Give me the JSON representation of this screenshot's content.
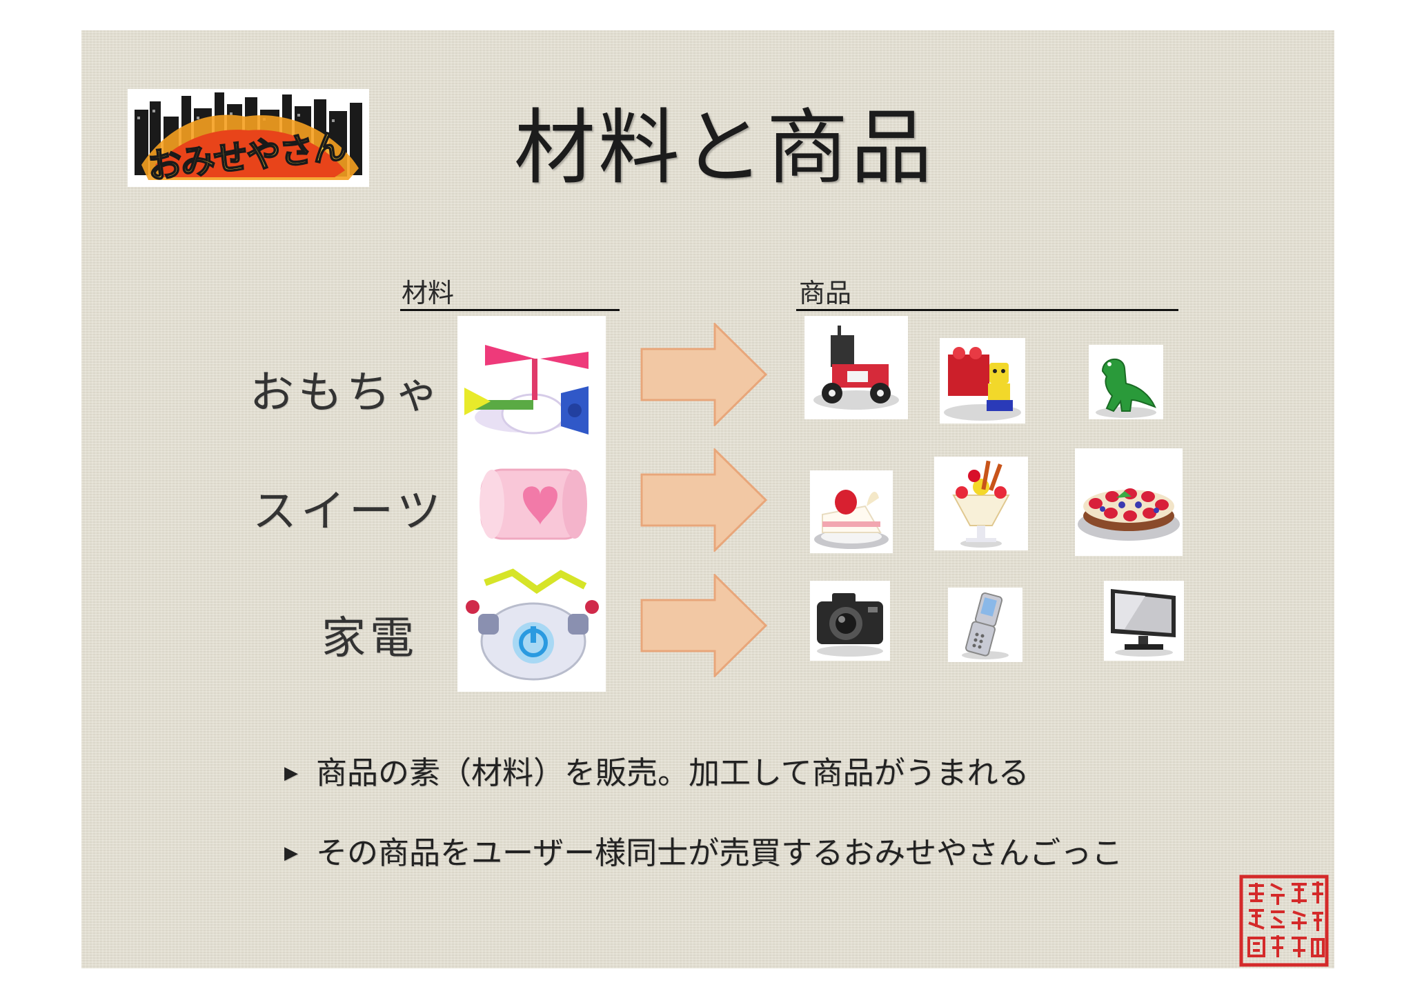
{
  "title": "材料と商品",
  "logo_text": "おみせやさん",
  "headers": {
    "materials": "材料",
    "products": "商品"
  },
  "rows": [
    {
      "label": "おもちゃ",
      "material_icon": "toy-parts-icon",
      "products": [
        "rc-car-icon",
        "block-toy-icon",
        "dinosaur-icon"
      ]
    },
    {
      "label": "スイーツ",
      "material_icon": "roll-cake-icon",
      "products": [
        "shortcake-icon",
        "parfait-icon",
        "fruit-tart-icon"
      ]
    },
    {
      "label": "家電",
      "material_icon": "appliance-parts-icon",
      "products": [
        "camera-icon",
        "flip-phone-icon",
        "monitor-icon"
      ]
    }
  ],
  "bullets": [
    "商品の素（材料）を販売。加工して商品がうまれる",
    "その商品をユーザー様同士が売買するおみせやさんごっこ"
  ],
  "seal_text": "株式会社東京エンターテインメント",
  "colors": {
    "arrow_fill": "#f2c8a4",
    "arrow_stroke": "#e8a67a",
    "seal_red": "#d42a2a"
  }
}
